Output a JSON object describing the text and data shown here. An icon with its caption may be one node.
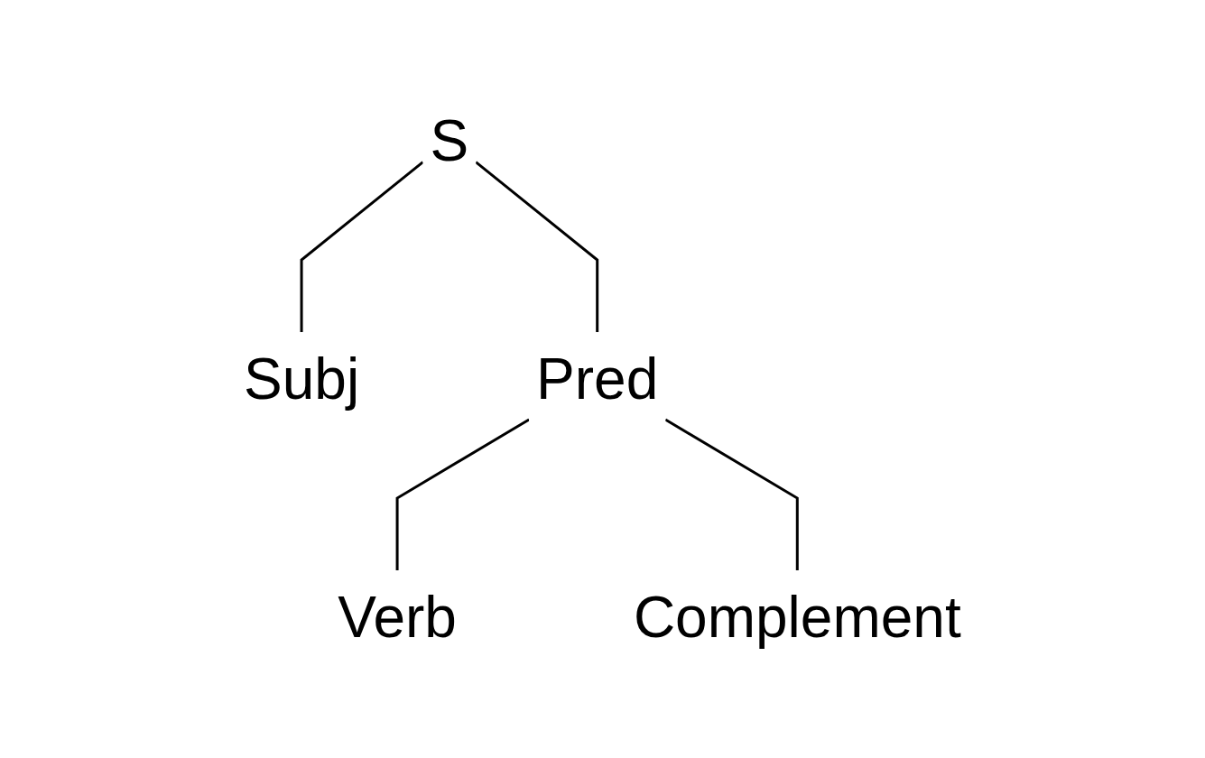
{
  "diagram": {
    "nodes": [
      {
        "text": [
          "S"
        ]
      },
      {
        "text": [
          "Subj"
        ]
      },
      {
        "text": [
          "Pred"
        ]
      },
      {
        "text": [
          "Verb"
        ]
      },
      {
        "text": [
          "Complement"
        ]
      }
    ],
    "edges": [
      {
        "from": 0,
        "to": 1,
        "arrow": "none"
      },
      {
        "from": 0,
        "to": 2,
        "arrow": "none"
      },
      {
        "from": 2,
        "to": 3,
        "arrow": "none"
      },
      {
        "from": 2,
        "to": 4,
        "arrow": "none"
      }
    ]
  }
}
